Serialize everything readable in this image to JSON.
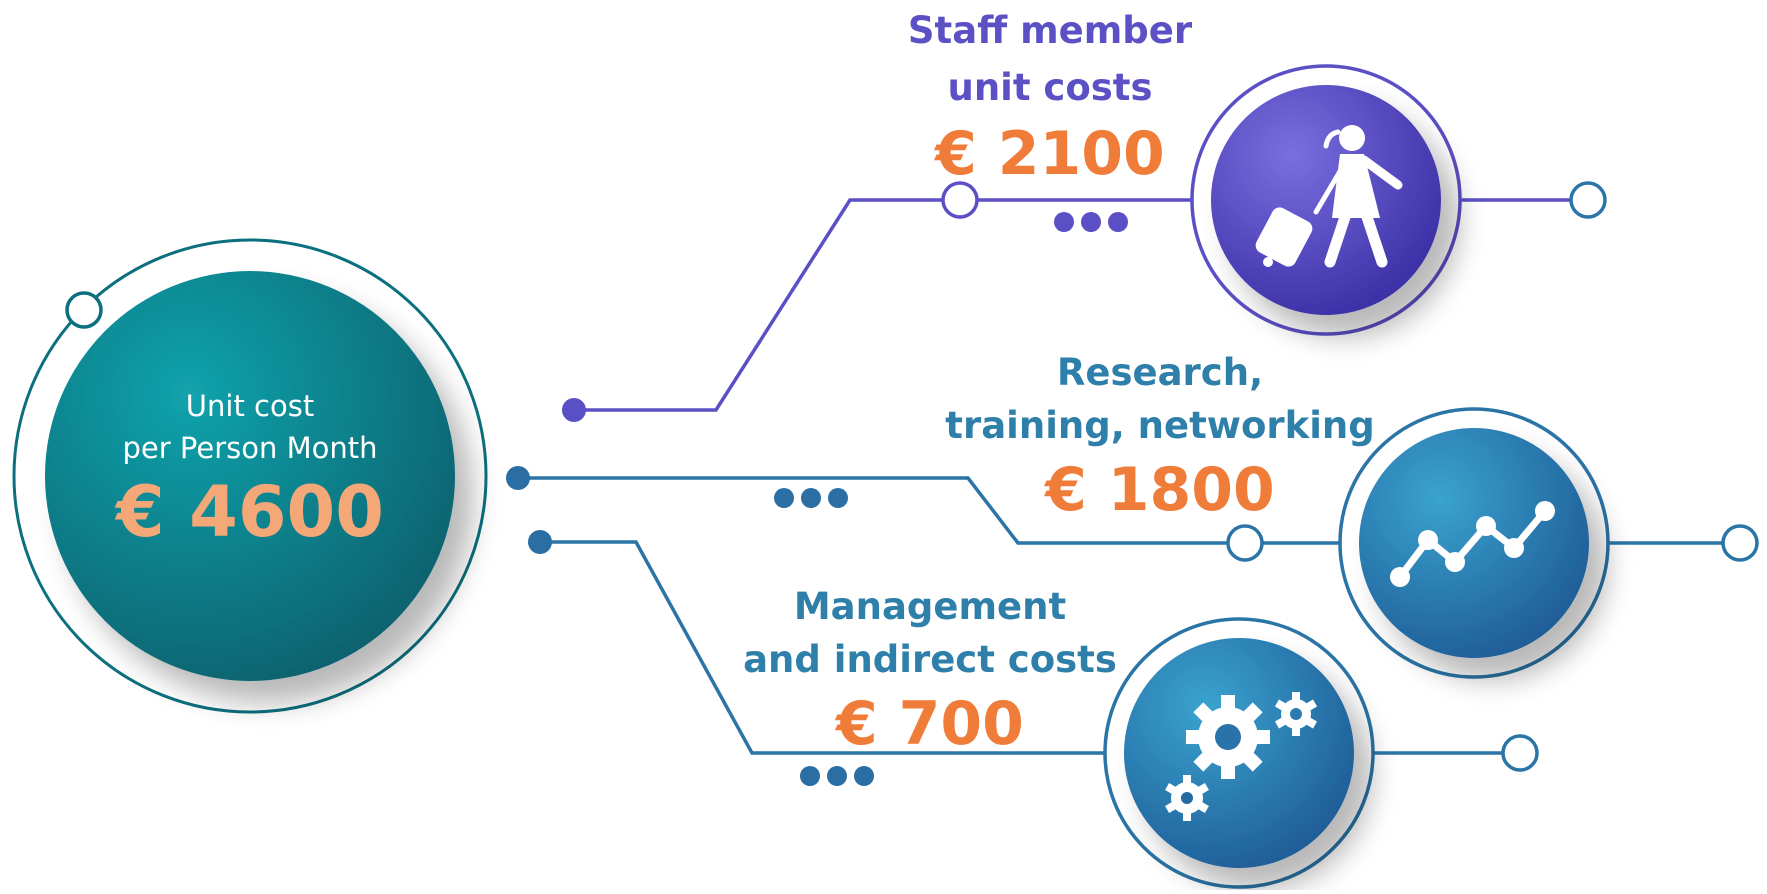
{
  "colors": {
    "teal_main": "#0a7f8c",
    "purple": "#5b4fc6",
    "blue": "#2a6fa8",
    "orange": "#f07c3a",
    "orange_light": "#f4a878",
    "label_purple": "#5b50c4",
    "label_blue": "#2e7fa9"
  },
  "main": {
    "title_line1": "Unit cost",
    "title_line2": "per Person Month",
    "amount": "€ 4600"
  },
  "branches": {
    "staff": {
      "line1": "Staff member",
      "line2": "unit costs",
      "amount": "€ 2100",
      "icon": "traveler-icon"
    },
    "research": {
      "line1": "Research,",
      "line2": "training, networking",
      "amount": "€ 1800",
      "icon": "line-chart-icon"
    },
    "management": {
      "line1": "Management",
      "line2": "and indirect costs",
      "amount": "€ 700",
      "icon": "gears-icon"
    }
  }
}
